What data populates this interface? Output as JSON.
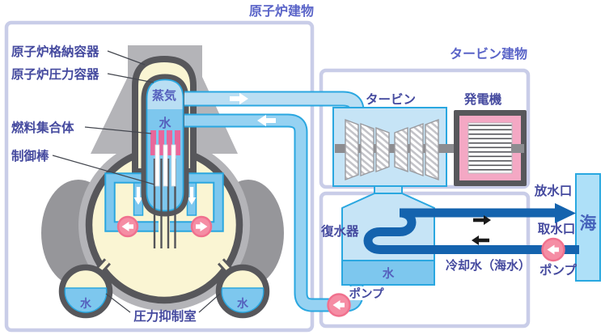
{
  "labels": {
    "reactor_building": "原子炉建物",
    "turbine_building": "タービン建物",
    "containment": "原子炉格納容器",
    "pressure_vessel": "原子炉圧力容器",
    "fuel_assembly": "燃料集合体",
    "control_rods": "制御棒",
    "steam": "蒸気",
    "vessel_water": "水",
    "suppression_chamber": "圧力抑制室",
    "suppression_water_left": "水",
    "suppression_water_right": "水",
    "turbine": "タービン",
    "generator": "発電機",
    "condenser": "復水器",
    "condenser_water": "水",
    "condenser_pump": "ポンプ",
    "discharge_outlet": "放水口",
    "intake": "取水口",
    "sea_pump": "ポンプ",
    "cooling_water": "冷却水（海水）",
    "sea": "海"
  },
  "colors": {
    "building_border": "#c9cde8",
    "label_dark_blue": "#454a9f",
    "building_label_blue": "#5a64c8",
    "concrete_light_gray": "#b4b4b8",
    "containment_dark_gray": "#57575b",
    "interior_cream": "#faf5d3",
    "pipe_border_cyan": "#2aa7e0",
    "steam_light_blue": "#b9def3",
    "water_blue": "#7dc7ee",
    "condenser_pale_blue": "#c6e4f6",
    "seawater_pipe_blue": "#1463ae",
    "sea_fill": "#aee0f8",
    "fuel_pink": "#e8679b",
    "generator_pink": "#f4a8c4",
    "pump_pink": "#f58da4"
  }
}
